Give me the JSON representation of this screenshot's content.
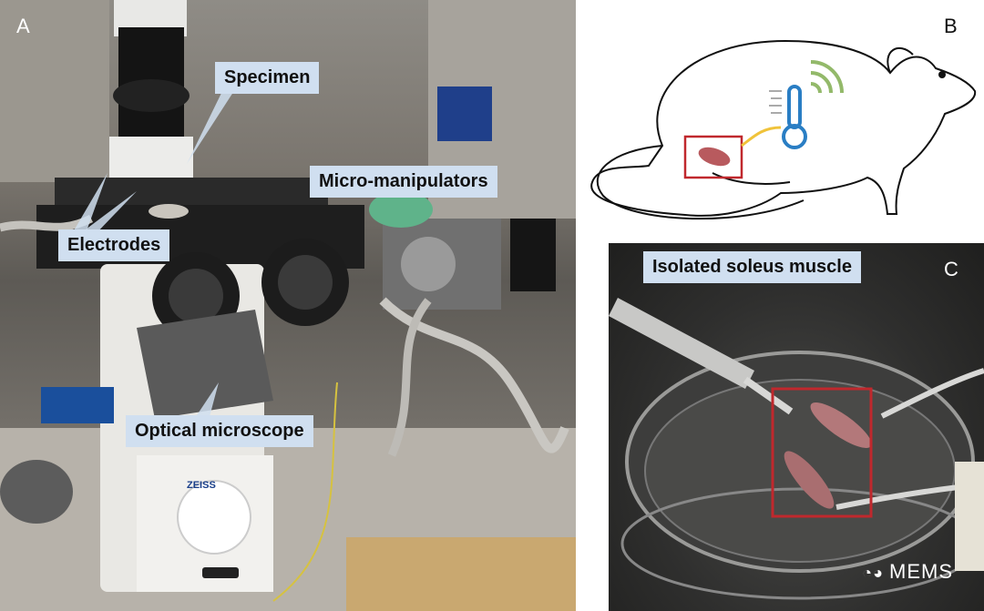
{
  "panels": {
    "a": {
      "letter": "A",
      "labels": {
        "specimen": "Specimen",
        "micro_manipulators": "Micro-manipulators",
        "electrodes": "Electrodes",
        "optical_microscope": "Optical microscope"
      },
      "brand": "ZEISS"
    },
    "b": {
      "letter": "B"
    },
    "c": {
      "letter": "C",
      "label": "Isolated soleus muscle",
      "watermark": "MEMS"
    }
  },
  "colors": {
    "label_bg": "#d0dff0",
    "highlight_box": "#c0282d",
    "thermometer": "#2a7ec4",
    "signal_waves": "#93b96a",
    "wire": "#f0c33a"
  },
  "icons": [
    "thermometer-icon",
    "wireless-signal-icon",
    "mouse-outline",
    "wechat-icon"
  ]
}
